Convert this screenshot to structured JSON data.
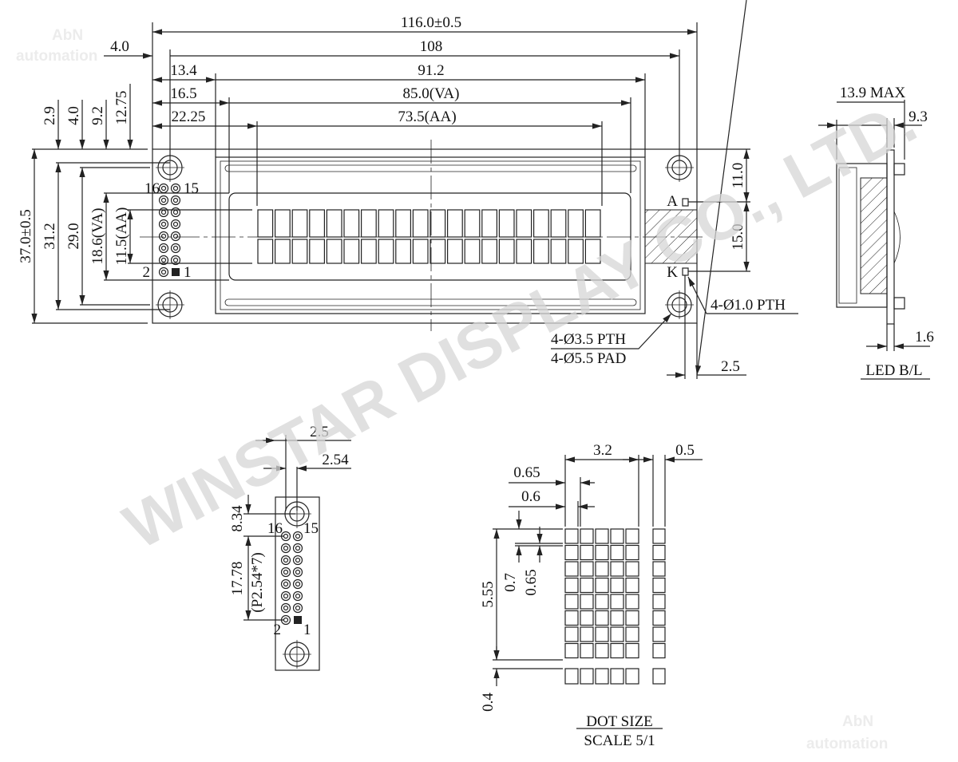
{
  "watermark": "WINSTAR DISPLAY CO., LTD.",
  "logo": {
    "line1": "AbN",
    "line2": "automation"
  },
  "front": {
    "top_dims": {
      "overall": "116.0±0.5",
      "holes": "108",
      "bezel": "91.2",
      "va": "85.0(VA)",
      "aa": "73.5(AA)",
      "off_holes": "4.0",
      "off_bezel": "13.4",
      "off_va": "16.5",
      "off_aa": "22.25"
    },
    "left_dims": {
      "overall": "37.0±0.5",
      "holes": "31.2",
      "bezel": "29.0",
      "va": "18.6(VA)",
      "aa": "11.5(AA)",
      "off_holes": "2.9",
      "off_bezel": "4.0",
      "off_va": "9.2",
      "off_aa": "12.75"
    },
    "right_dims": {
      "a_off": "11.0",
      "ak": "15.0",
      "edge": "2.5"
    },
    "pins": {
      "p16": "16",
      "p15": "15",
      "p2": "2",
      "p1": "1",
      "a": "A",
      "k": "K"
    },
    "notes": {
      "pth_small": "4-Ø1.0 PTH",
      "pth_big": "4-Ø3.5 PTH",
      "pad": "4-Ø5.5 PAD"
    },
    "columns": 20
  },
  "side": {
    "thickness": "13.9 MAX",
    "body": "9.3",
    "pcb": "1.6",
    "label": "LED B/L"
  },
  "pin_detail": {
    "d1": "2.5",
    "d2": "2.54",
    "d3": "8.34",
    "d4": "17.78",
    "d5": "(P2.54*7)",
    "p16": "16",
    "p15": "15",
    "p2": "2",
    "p1": "1"
  },
  "dot": {
    "w": "3.2",
    "gap": "0.5",
    "pw": "0.65",
    "dw": "0.6",
    "h": "5.55",
    "ph": "0.7",
    "dh": "0.65",
    "cur": "0.4",
    "title": "DOT SIZE",
    "scale": "SCALE 5/1"
  }
}
